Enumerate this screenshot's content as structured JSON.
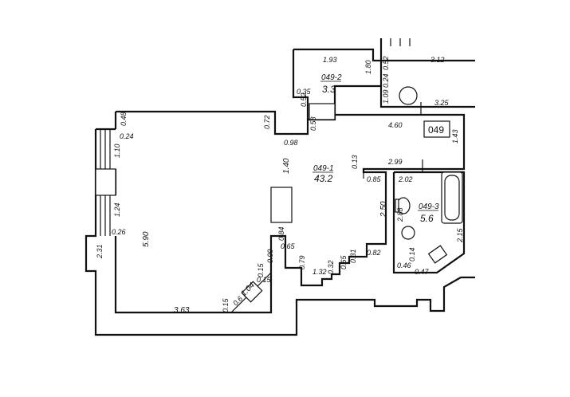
{
  "apartment": {
    "number": "049"
  },
  "rooms": [
    {
      "code": "049-1",
      "area": "43.2"
    },
    {
      "code": "049-2",
      "area": "3.3"
    },
    {
      "code": "049-3",
      "area": "5.6"
    }
  ],
  "dimensions": {
    "d_1_93": "1.93",
    "d_1_80": "1.80",
    "d_0_35": "0.35",
    "d_0_52a": "0.52",
    "d_0_52b": "0.52",
    "d_0_24a": "0.24",
    "d_1_09": "1.09",
    "d_3_12": "3.12",
    "d_3_25": "3.25",
    "d_4_60": "4.60",
    "d_1_43": "1.43",
    "d_0_72": "0.72",
    "d_0_58": "0.58",
    "d_0_98": "0.98",
    "d_0_48": "0.48",
    "d_0_24b": "0.24",
    "d_1_10": "1.10",
    "d_1_40": "1.40",
    "d_0_13": "0.13",
    "d_0_85": "0.85",
    "d_2_99": "2.99",
    "d_2_02": "2.02",
    "d_2_88": "2.88",
    "d_2_50": "2.50",
    "d_1_24": "1.24",
    "d_0_26": "0.26",
    "d_5_90": "5.90",
    "d_2_31": "2.31",
    "d_0_84": "0.84",
    "d_0_65a": "0.65",
    "d_0_99": "0.99",
    "d_0_79": "0.79",
    "d_1_32": "1.32",
    "d_0_32": "0.32",
    "d_0_65b": "0.65",
    "d_0_31": "0.31",
    "d_0_82": "0.82",
    "d_2_15": "2.15",
    "d_0_14": "0.14",
    "d_0_46": "0.46",
    "d_0_47": "0.47",
    "d_0_15a": "0.15",
    "d_0_15b": "0.15",
    "d_0_15c": "0.15",
    "d_0_6": "0.6",
    "d_1_04": "1.04",
    "d_3_63": "3.63"
  }
}
